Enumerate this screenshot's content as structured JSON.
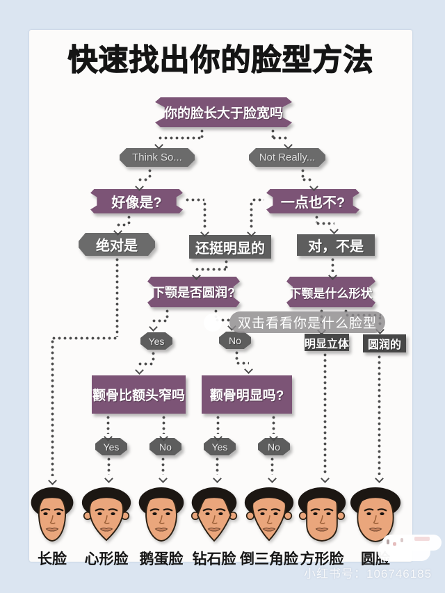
{
  "title": "快速找出你的脸型方法",
  "flowchart": {
    "root": "你的脸长大于脸宽吗",
    "branch_left": "Think So...",
    "branch_right": "Not Really...",
    "seems_yes": "好像是?",
    "not_at_all": "一点也不?",
    "definitely_yes": "绝对是",
    "quite_obvious": "还挺明显的",
    "yes_its_not": "对，不是",
    "jaw_round_q": "下颚是否圆润?",
    "jaw_shape_q": "下颚是什么形状",
    "yes_1": "Yes",
    "no_1": "No",
    "jaw_angular": "明显立体",
    "jaw_rounded": "圆润的",
    "cheekbone_narrow_q": "颧骨比额头窄吗",
    "cheekbone_obvious_q": "颧骨明显吗?",
    "yes_2": "Yes",
    "no_2": "No",
    "yes_3": "Yes",
    "no_3": "No"
  },
  "faces": [
    {
      "label": "长脸",
      "shape": "long"
    },
    {
      "label": "心形脸",
      "shape": "heart"
    },
    {
      "label": "鹅蛋脸",
      "shape": "oval"
    },
    {
      "label": "钻石脸",
      "shape": "diamond"
    },
    {
      "label": "倒三角脸",
      "shape": "inverted-triangle"
    },
    {
      "label": "方形脸",
      "shape": "square"
    },
    {
      "label": "圆脸",
      "shape": "round"
    }
  ],
  "overlay": {
    "double_tap_hint": "双击看看你是什么脸型",
    "account_watermark": "小红书号：106746185"
  },
  "colors": {
    "background": "#dbe5f1",
    "card": "#fcfbfa",
    "purple_node": "#7c5476",
    "gray_node": "#6b6b6b",
    "dark_node": "#474747",
    "title_text": "#151515",
    "node_text": "#ffffff",
    "skin": "#eaa67c",
    "hair": "#1c1713"
  }
}
